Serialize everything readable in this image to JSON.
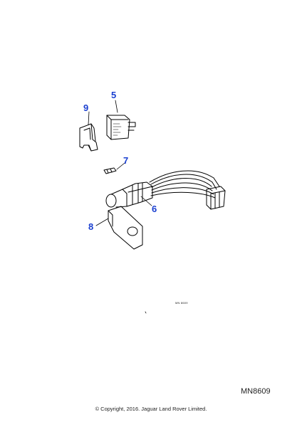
{
  "diagram": {
    "callouts": [
      {
        "id": "9",
        "label": "9"
      },
      {
        "id": "5",
        "label": "5"
      },
      {
        "id": "7",
        "label": "7"
      },
      {
        "id": "6",
        "label": "6"
      },
      {
        "id": "8",
        "label": "8"
      }
    ],
    "reference_mark": "MN 8609",
    "callout_color": "#1a3fd0",
    "line_color": "#000000"
  },
  "footer": {
    "code": "MN8609",
    "copyright": "© Copyright, 2016. Jaguar Land Rover Limited."
  }
}
